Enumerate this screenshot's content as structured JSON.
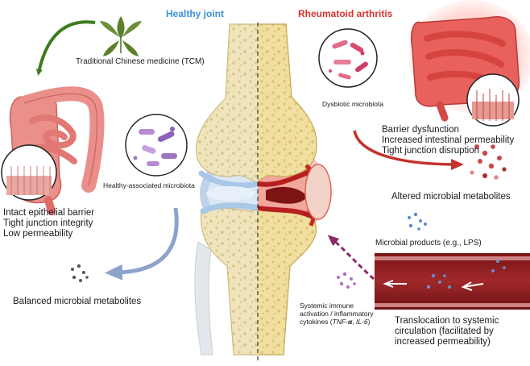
{
  "headers": {
    "healthy": "Healthy joint",
    "ra": "Rheumatoid arthritis"
  },
  "labels": {
    "tcm": "Traditional Chinese medicine (TCM)",
    "healthy_microbiota": "Healthy-associated microbiota",
    "dysbiotic": "Dysbiotic microbiota",
    "healthy_gut": [
      "Intact epithelial barrier",
      "Tight junction integrity",
      "Low permeability"
    ],
    "ra_gut": [
      "Barrier dysfunction",
      "Increased intestinal permeability",
      "Tight junction disruption"
    ],
    "altered_metabolites": "Altered microbial metabolites",
    "balanced_metabolites": "Balanced microbial metabolites",
    "microbial_products": "Microbial products (e.g., LPS)",
    "immune": {
      "line1": "Systemic immune",
      "line2": "activation / inflammatory",
      "line3_prefix": "cytokines (",
      "tnf": "TNF-",
      "alpha": "α",
      "sep": ", ",
      "il6": "IL-6",
      "suffix": ")"
    },
    "translocation": [
      "Translocation to systemic",
      "circulation (facilitated by",
      "increased permeability)"
    ]
  },
  "colors": {
    "healthy_title": "#3a8fd6",
    "ra_title": "#d7332c",
    "gut": "#eb8f8a",
    "gut_ra": "#e8615c",
    "bone": "#efe3b6",
    "vessel": "#8c1c1f",
    "green_arrow": "#3d7a1c",
    "blue_arrow": "#8da3cc",
    "red_arrow": "#c4322c",
    "purple_arrow": "#8a2a6a"
  },
  "icons": {
    "tcm": "herb-leaf-icon",
    "healthy_microbiota": "bacteria-circle-icon",
    "dysbiotic": "dysbiotic-bacteria-icon",
    "healthy_gut": "intestine-icon",
    "ra_gut": "inflamed-intestine-icon",
    "joint": "knee-joint-icon",
    "vessel": "blood-vessel-icon"
  }
}
